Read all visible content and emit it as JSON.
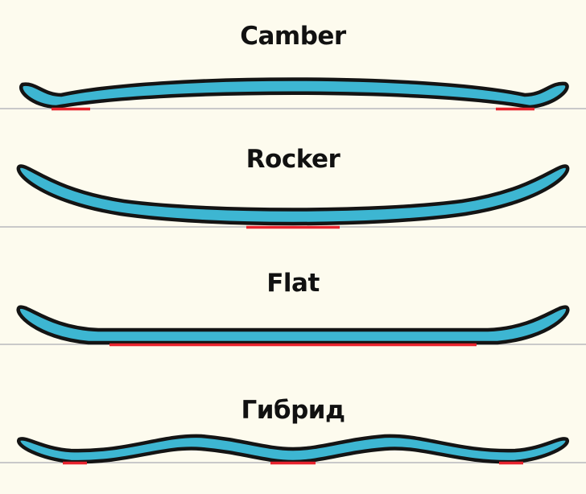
{
  "profiles": [
    {
      "title": "Camber"
    },
    {
      "title": "Rocker"
    },
    {
      "title": "Flat"
    },
    {
      "title": "Гибрид"
    }
  ],
  "colors": {
    "background": "#fdfbee",
    "board_fill": "#3db6d2",
    "board_outline": "#141414",
    "ground_line": "#c9c9c9",
    "contact_point": "#e8242e",
    "text": "#111111"
  }
}
